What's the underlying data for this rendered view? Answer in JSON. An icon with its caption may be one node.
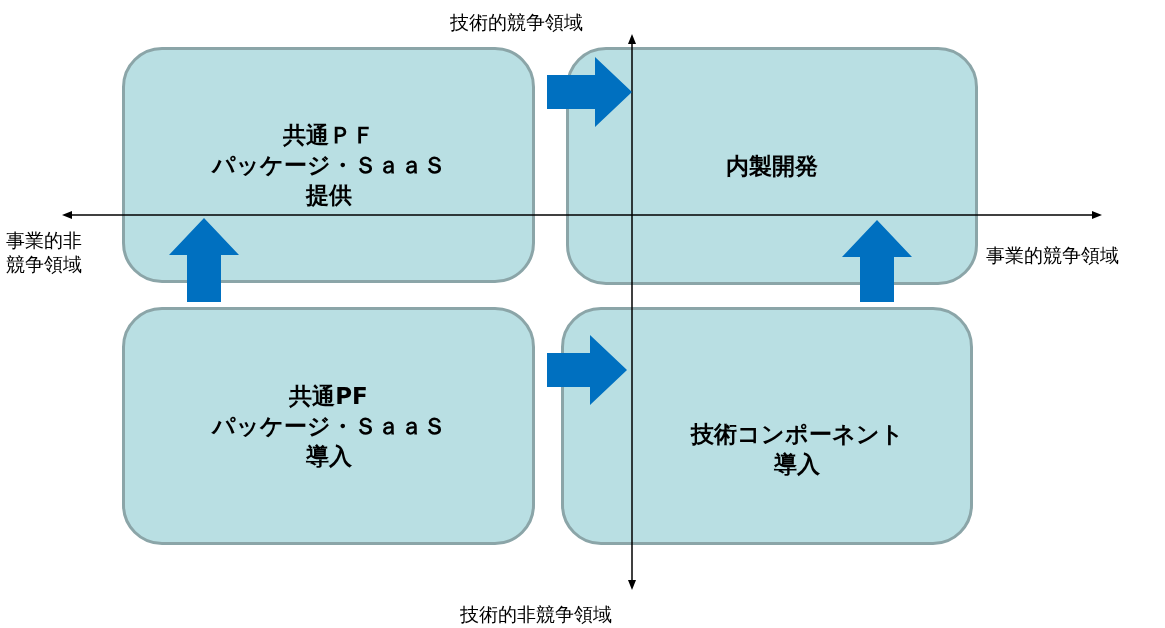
{
  "diagram": {
    "nodes": [
      {
        "text": [
          "共通ＰＦ",
          "パッケージ・ＳａａＳ",
          "提供"
        ]
      },
      {
        "text": [
          "内製開発"
        ]
      },
      {
        "text": [
          "共通PF",
          "パッケージ・ＳａａＳ",
          "導入"
        ]
      },
      {
        "text": [
          "技術コンポーネント",
          "導入"
        ]
      }
    ],
    "edges": [
      {
        "from": 0,
        "to": 1,
        "arrow": "to"
      },
      {
        "from": 2,
        "to": 0,
        "arrow": "to"
      },
      {
        "from": 3,
        "to": 1,
        "arrow": "to"
      },
      {
        "from": 2,
        "to": 3,
        "arrow": "to"
      }
    ],
    "labels": [
      "技術的競争領域",
      "事業的非競争領域",
      "事業的競争領域",
      "技術的非競争領域"
    ]
  }
}
